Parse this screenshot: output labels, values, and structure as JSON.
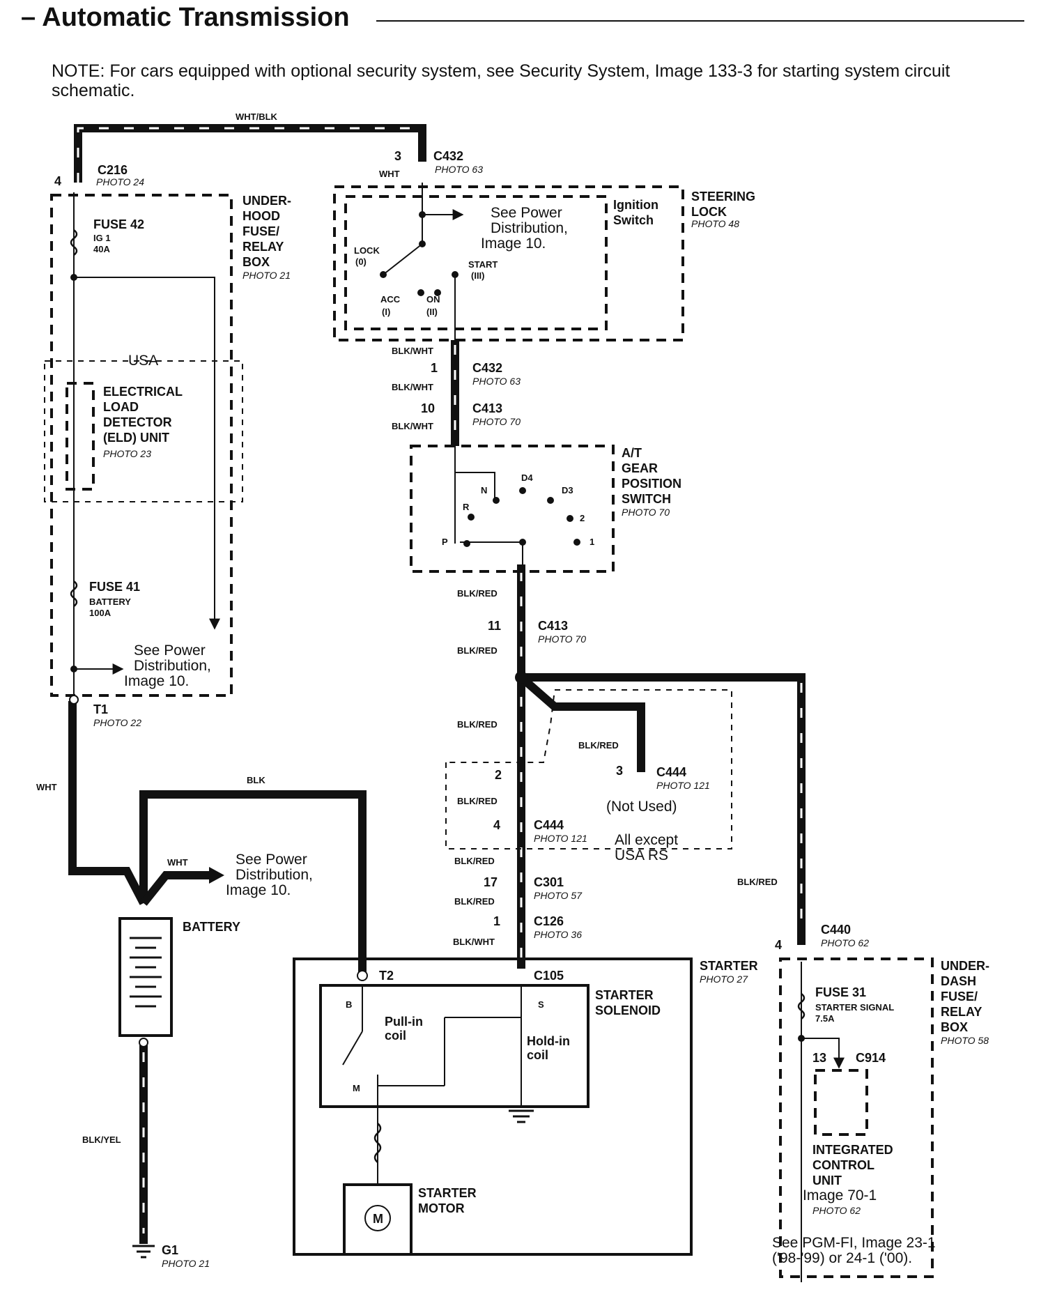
{
  "header": {
    "title": "– Automatic Transmission",
    "note": "NOTE: For cars equipped with optional security system, see Security System, Image 133-3 for starting system circuit schematic."
  },
  "wires": {
    "top": "WHT/BLK",
    "c432_top": "WHT",
    "blk_wht_1": "BLK/WHT",
    "blk_wht_2": "BLK/WHT",
    "blk_wht_3": "BLK/WHT",
    "blk_red_1": "BLK/RED",
    "blk_red_2": "BLK/RED",
    "blk_red_3": "BLK/RED",
    "blk_red_branch": "BLK/RED",
    "blk_red_4": "BLK/RED",
    "blk_red_5": "BLK/RED",
    "blk_red_6": "BLK/RED",
    "blk_red_right": "BLK/RED",
    "blk_wht_c126": "BLK/WHT",
    "wht_left": "WHT",
    "blk_top": "BLK",
    "wht_batt": "WHT",
    "blk_yel": "BLK/YEL"
  },
  "connectors": {
    "c216": {
      "pin": "4",
      "name": "C216",
      "photo": "PHOTO 24"
    },
    "c432_top": {
      "pin": "3",
      "name": "C432",
      "photo": "PHOTO 63"
    },
    "c432_bot": {
      "pin": "1",
      "name": "C432",
      "photo": "PHOTO 63"
    },
    "c413_top": {
      "pin": "10",
      "name": "C413",
      "photo": "PHOTO 70"
    },
    "c413_bot": {
      "pin": "11",
      "name": "C413",
      "photo": "PHOTO 70"
    },
    "c444_a": {
      "pin": "2",
      "name": "",
      "photo": ""
    },
    "c444_b": {
      "pin": "3",
      "name": "C444",
      "photo": "PHOTO 121"
    },
    "c444_c": {
      "pin": "4",
      "name": "C444",
      "photo": "PHOTO 121"
    },
    "c301": {
      "pin": "17",
      "name": "C301",
      "photo": "PHOTO 57"
    },
    "c126": {
      "pin": "1",
      "name": "C126",
      "photo": "PHOTO 36"
    },
    "c105": {
      "name": "C105"
    },
    "c440": {
      "pin": "4",
      "name": "C440",
      "photo": "PHOTO 62"
    },
    "c914": {
      "pin": "13",
      "name": "C914"
    }
  },
  "components": {
    "underhood": {
      "lines": [
        "UNDER-",
        "HOOD",
        "FUSE/",
        "RELAY",
        "BOX"
      ],
      "photo": "PHOTO 21"
    },
    "fuse42": {
      "name": "FUSE 42",
      "sub1": "IG 1",
      "sub2": "40A"
    },
    "usa": "USA",
    "eld": {
      "lines": [
        "ELECTRICAL",
        "LOAD",
        "DETECTOR",
        "(ELD) UNIT"
      ],
      "photo": "PHOTO 23"
    },
    "fuse41": {
      "name": "FUSE 41",
      "sub1": "BATTERY",
      "sub2": "100A"
    },
    "see_pd_left": [
      "See Power",
      "Distribution,",
      "Image 10."
    ],
    "t1": {
      "name": "T1",
      "photo": "PHOTO 22"
    },
    "ignition": {
      "lines": [
        "Ignition",
        "Switch"
      ]
    },
    "steering": {
      "lines": [
        "STEERING",
        "LOCK"
      ],
      "photo": "PHOTO 48"
    },
    "see_pd_ign": [
      "See Power",
      "Distribution,",
      "Image 10."
    ],
    "ign_pos": {
      "lock": "LOCK",
      "lock0": "(0)",
      "acc": "ACC",
      "acc1": "(I)",
      "on": "ON",
      "on2": "(II)",
      "start": "START",
      "start3": "(III)"
    },
    "gear": {
      "lines": [
        "A/T",
        "GEAR",
        "POSITION",
        "SWITCH"
      ],
      "photo": "PHOTO 70"
    },
    "gear_pos": {
      "p": "P",
      "r": "R",
      "n": "N",
      "d4": "D4",
      "d3": "D3",
      "two": "2",
      "one": "1"
    },
    "not_used": "(Not Used)",
    "all_except": [
      "All except",
      "USA RS"
    ],
    "battery": "BATTERY",
    "see_pd_batt": [
      "See Power",
      "Distribution,",
      "Image 10."
    ],
    "starter": {
      "name": "STARTER",
      "photo": "PHOTO 27"
    },
    "t2": "T2",
    "solenoid": {
      "lines": [
        "STARTER",
        "SOLENOID"
      ],
      "b": "B",
      "s": "S",
      "m": "M"
    },
    "pullin": [
      "Pull-in",
      "coil"
    ],
    "holdin": [
      "Hold-in",
      "coil"
    ],
    "motor": {
      "lines": [
        "STARTER",
        "MOTOR"
      ],
      "symbol": "M"
    },
    "g1": {
      "name": "G1",
      "photo": "PHOTO 21"
    },
    "underdash": {
      "lines": [
        "UNDER-",
        "DASH",
        "FUSE/",
        "RELAY",
        "BOX"
      ],
      "photo": "PHOTO 58"
    },
    "fuse31": {
      "name": "FUSE 31",
      "sub1": "STARTER SIGNAL",
      "sub2": "7.5A"
    },
    "icu": {
      "lines": [
        "INTEGRATED",
        "CONTROL",
        "UNIT"
      ],
      "image": "Image 70-1",
      "photo": "PHOTO 62"
    },
    "pgmfi": [
      "See PGM-FI, Image 23-1",
      "('98-'99) or 24-1 ('00)."
    ]
  }
}
